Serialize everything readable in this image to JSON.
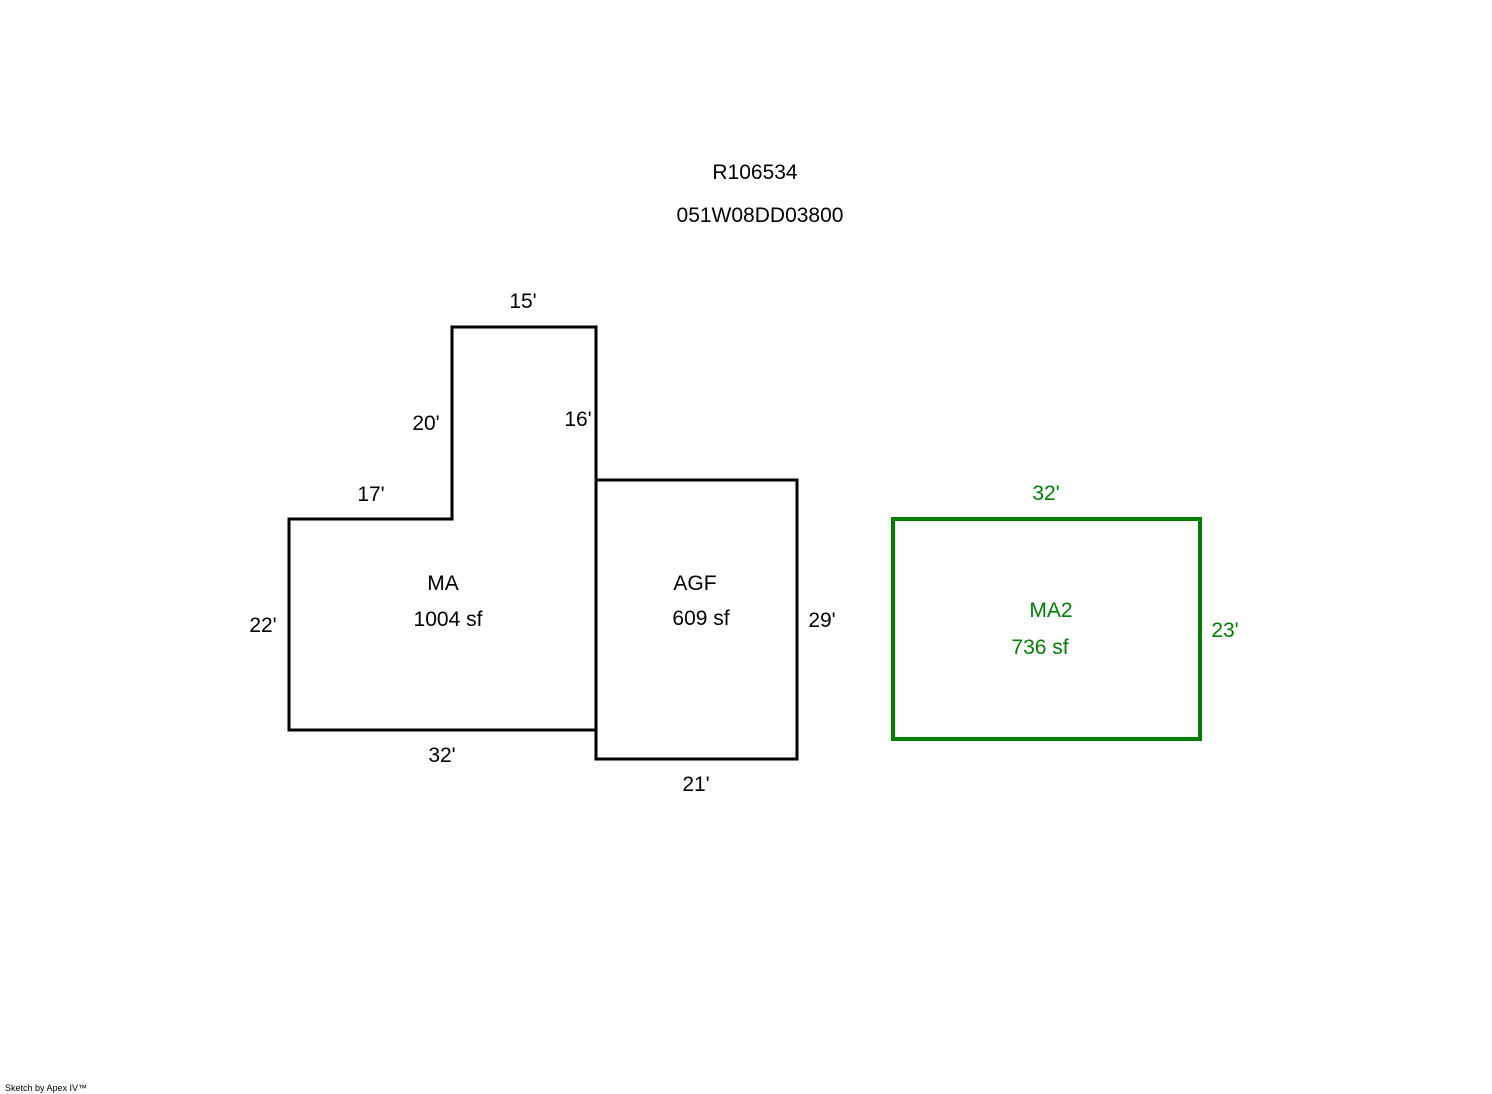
{
  "header": {
    "account": "R106534",
    "map_number": "051W08DD03800"
  },
  "colors": {
    "structure": "#000000",
    "secondary_structure": "#008000"
  },
  "areas": {
    "ma": {
      "name": "MA",
      "area": "1004 sf",
      "dims": {
        "top_upper": "15'",
        "left_upper": "20'",
        "right_upper": "16'",
        "top_lower": "17'",
        "left": "22'",
        "bottom": "32'"
      }
    },
    "agf": {
      "name": "AGF",
      "area": "609 sf",
      "dims": {
        "right": "29'",
        "bottom": "21'"
      }
    },
    "ma2": {
      "name": "MA2",
      "area": "736 sf",
      "dims": {
        "top": "32'",
        "right": "23'"
      }
    }
  },
  "footer": {
    "credit": "Sketch by Apex IV™"
  }
}
